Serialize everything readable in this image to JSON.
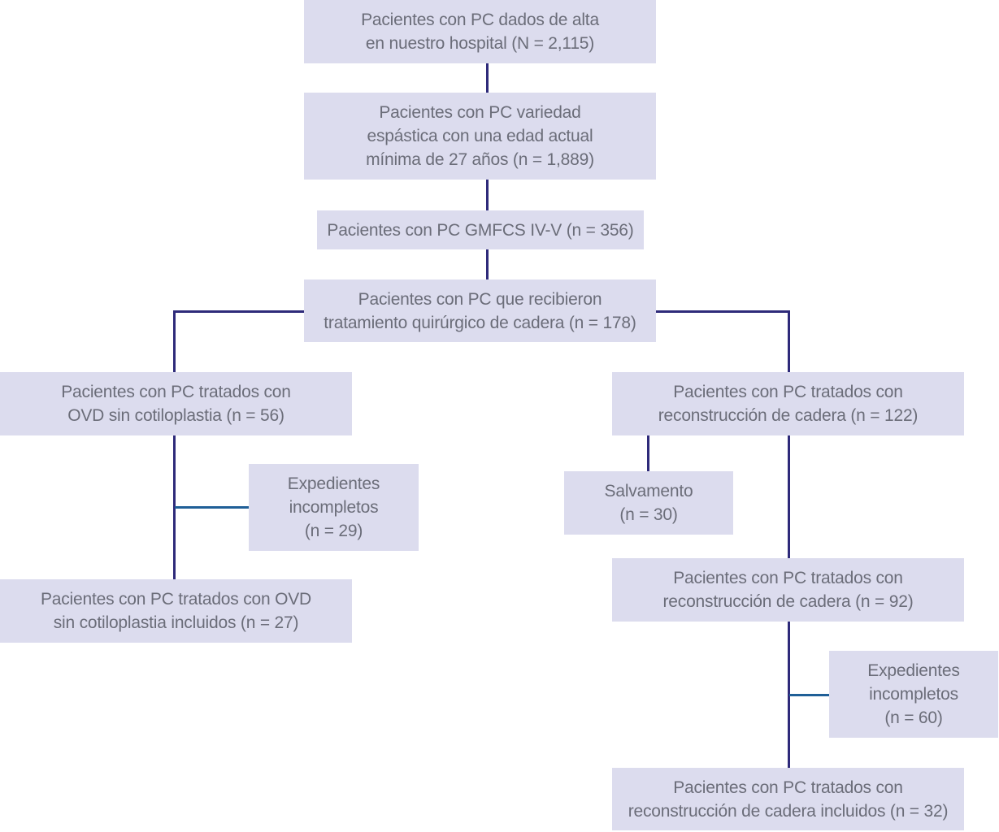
{
  "colors": {
    "box_fill": "#dcdcee",
    "text": "#6b6d79",
    "main_connector": "#2e2a7a",
    "exclusion_connector": "#1f5f97"
  },
  "nodes": {
    "discharged": "Pacientes con PC dados de alta\nen nuestro hospital (N = 2,115)",
    "spastic": "Pacientes con PC variedad\nespástica con una edad actual\nmínima de 27 años (n = 1,889)",
    "gmfcs": "Pacientes con PC GMFCS IV-V (n = 356)",
    "surgical": "Pacientes con PC que recibieron\ntratamiento quirúrgico de cadera (n = 178)",
    "ovd": "Pacientes con PC tratados con\nOVD sin cotiloplastia (n = 56)",
    "ovd_incomplete": "Expedientes\nincompletos\n(n = 29)",
    "ovd_included": "Pacientes con PC tratados con OVD\nsin cotiloplastia incluidos (n = 27)",
    "reconstruction": "Pacientes con PC tratados con\nreconstrucción de cadera (n = 122)",
    "salvage": "Salvamento\n(n = 30)",
    "reconstruction_92": "Pacientes con PC tratados con\nreconstrucción de cadera (n = 92)",
    "reconstruction_incomplete": "Expedientes\nincompletos\n(n = 60)",
    "reconstruction_included": "Pacientes con PC tratados con\nreconstrucción de cadera incluidos (n = 32)"
  }
}
